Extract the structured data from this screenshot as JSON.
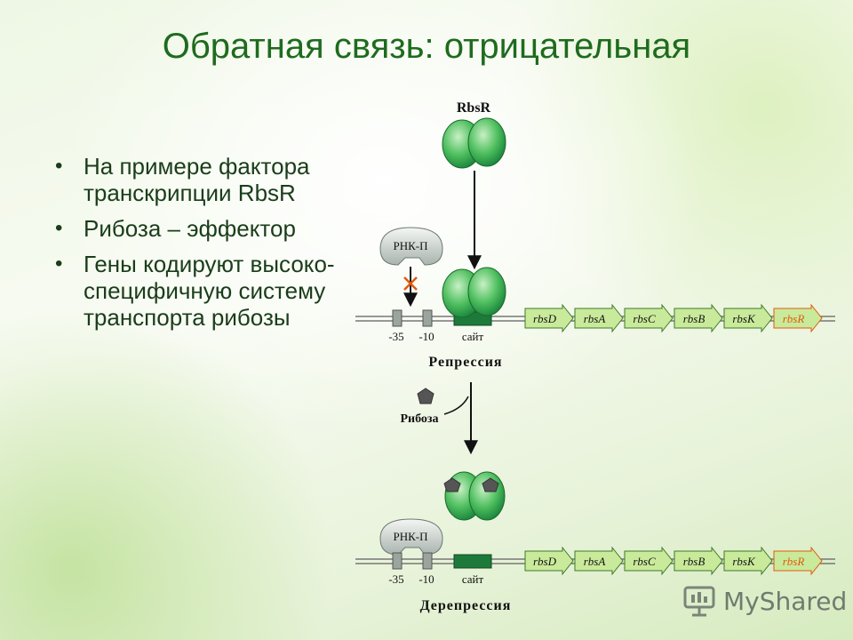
{
  "title": "Обратная связь: отрицательная",
  "bullets": [
    "На примере фактора транскрипции RbsR",
    "Рибоза – эффектор",
    "Гены кодируют высоко-специфичную систему транспорта рибозы"
  ],
  "diagram": {
    "top_protein_label": "RbsR",
    "polymerase_label": "РНК-П",
    "promoter_labels": [
      "-35",
      "-10"
    ],
    "site_label": "сайт",
    "effector_label": "Рибоза",
    "repression_label": "Репрессия",
    "derepression_label": "Дерепрессия",
    "genes": [
      "rbsD",
      "rbsA",
      "rbsC",
      "rbsB",
      "rbsK",
      "rbsR"
    ],
    "highlight_gene": "rbsR",
    "colors": {
      "gene_fill": "#c9ea9a",
      "gene_stroke": "#3f7a2a",
      "highlight_stroke": "#e05a10",
      "highlight_text": "#e05a10",
      "protein_dark": "#1f8f3a",
      "protein_light": "#a8e3a6",
      "site_fill": "#1d7a3a",
      "block_x": "#e05a10"
    }
  },
  "logo": {
    "text": "MyShared",
    "icon": "presentation-board-icon"
  }
}
